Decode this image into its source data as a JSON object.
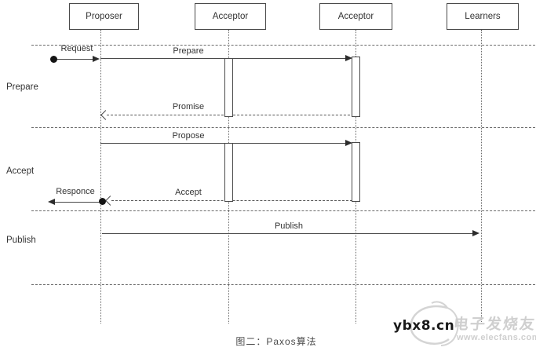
{
  "diagram": {
    "type": "uml-sequence",
    "title_context": "Paxos algorithm sequence diagram",
    "participants": [
      {
        "id": "proposer",
        "label": "Proposer"
      },
      {
        "id": "acceptor-1",
        "label": "Acceptor"
      },
      {
        "id": "acceptor-2",
        "label": "Acceptor"
      },
      {
        "id": "learners",
        "label": "Learners"
      }
    ],
    "phases": [
      {
        "label": "Prepare"
      },
      {
        "label": "Accept"
      },
      {
        "label": "Publish"
      }
    ],
    "messages": [
      {
        "label": "Request",
        "from": "client",
        "to": "proposer",
        "line": "solid",
        "head": "filled"
      },
      {
        "label": "Prepare",
        "from": "proposer",
        "to": "acceptor-2",
        "line": "solid",
        "head": "filled"
      },
      {
        "label": "Promise",
        "from": "acceptor-2",
        "to": "proposer",
        "line": "dashed",
        "head": "open"
      },
      {
        "label": "Propose",
        "from": "proposer",
        "to": "acceptor-2",
        "line": "solid",
        "head": "filled"
      },
      {
        "label": "Accept",
        "from": "acceptor-2",
        "to": "proposer",
        "line": "dashed",
        "head": "open"
      },
      {
        "label": "Responce",
        "from": "proposer",
        "to": "client",
        "line": "solid",
        "head": "filled"
      },
      {
        "label": "Publish",
        "from": "proposer",
        "to": "learners",
        "line": "solid",
        "head": "filled"
      }
    ]
  },
  "caption": "图二：Paxos算法",
  "watermark": {
    "site": "ybx8.cn",
    "brand": "电子发烧友",
    "url": "www.elecfans.com"
  },
  "colors": {
    "line": "#4a4a4a",
    "text": "#333333",
    "watermark_gray": "#cfcfcf",
    "background": "#ffffff"
  }
}
